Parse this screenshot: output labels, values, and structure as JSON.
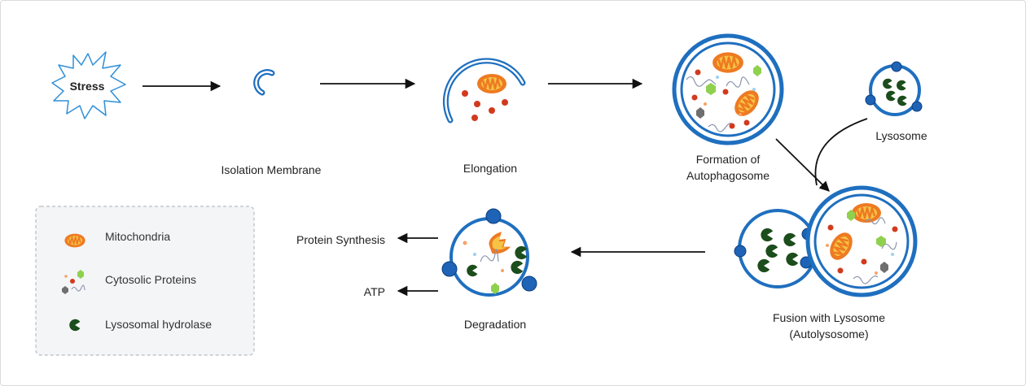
{
  "stages": {
    "stress": "Stress",
    "isolation": "Isolation Membrane",
    "elongation": "Elongation",
    "autophagosome_line1": "Formation of",
    "autophagosome_line2": "Autophagosome",
    "lysosome": "Lysosome",
    "fusion_line1": "Fusion with Lysosome",
    "fusion_line2": "(Autolysosome)",
    "degradation": "Degradation"
  },
  "outputs": {
    "protein_synthesis": "Protein Synthesis",
    "atp": "ATP"
  },
  "legend": {
    "items": [
      {
        "label": "Mitochondria",
        "icon": "mitochondria-icon"
      },
      {
        "label": "Cytosolic Proteins",
        "icon": "cytosolic-proteins-icon"
      },
      {
        "label": "Lysosomal hydrolase",
        "icon": "lysosomal-hydrolase-icon"
      }
    ]
  },
  "colors": {
    "membrane": "#1f6fbf",
    "membrane_fill": "#ffffff",
    "lysosome_dot": "#1e63b5",
    "mitochondria_outer": "#ee7a22",
    "mitochondria_inner": "#f6c344",
    "protein_red": "#d23a1e",
    "protein_green": "#8fd14f",
    "protein_gray": "#6f6f6f",
    "hydrolase": "#1c4d1c",
    "arrow": "#111111",
    "legend_bg": "#f4f5f7"
  }
}
